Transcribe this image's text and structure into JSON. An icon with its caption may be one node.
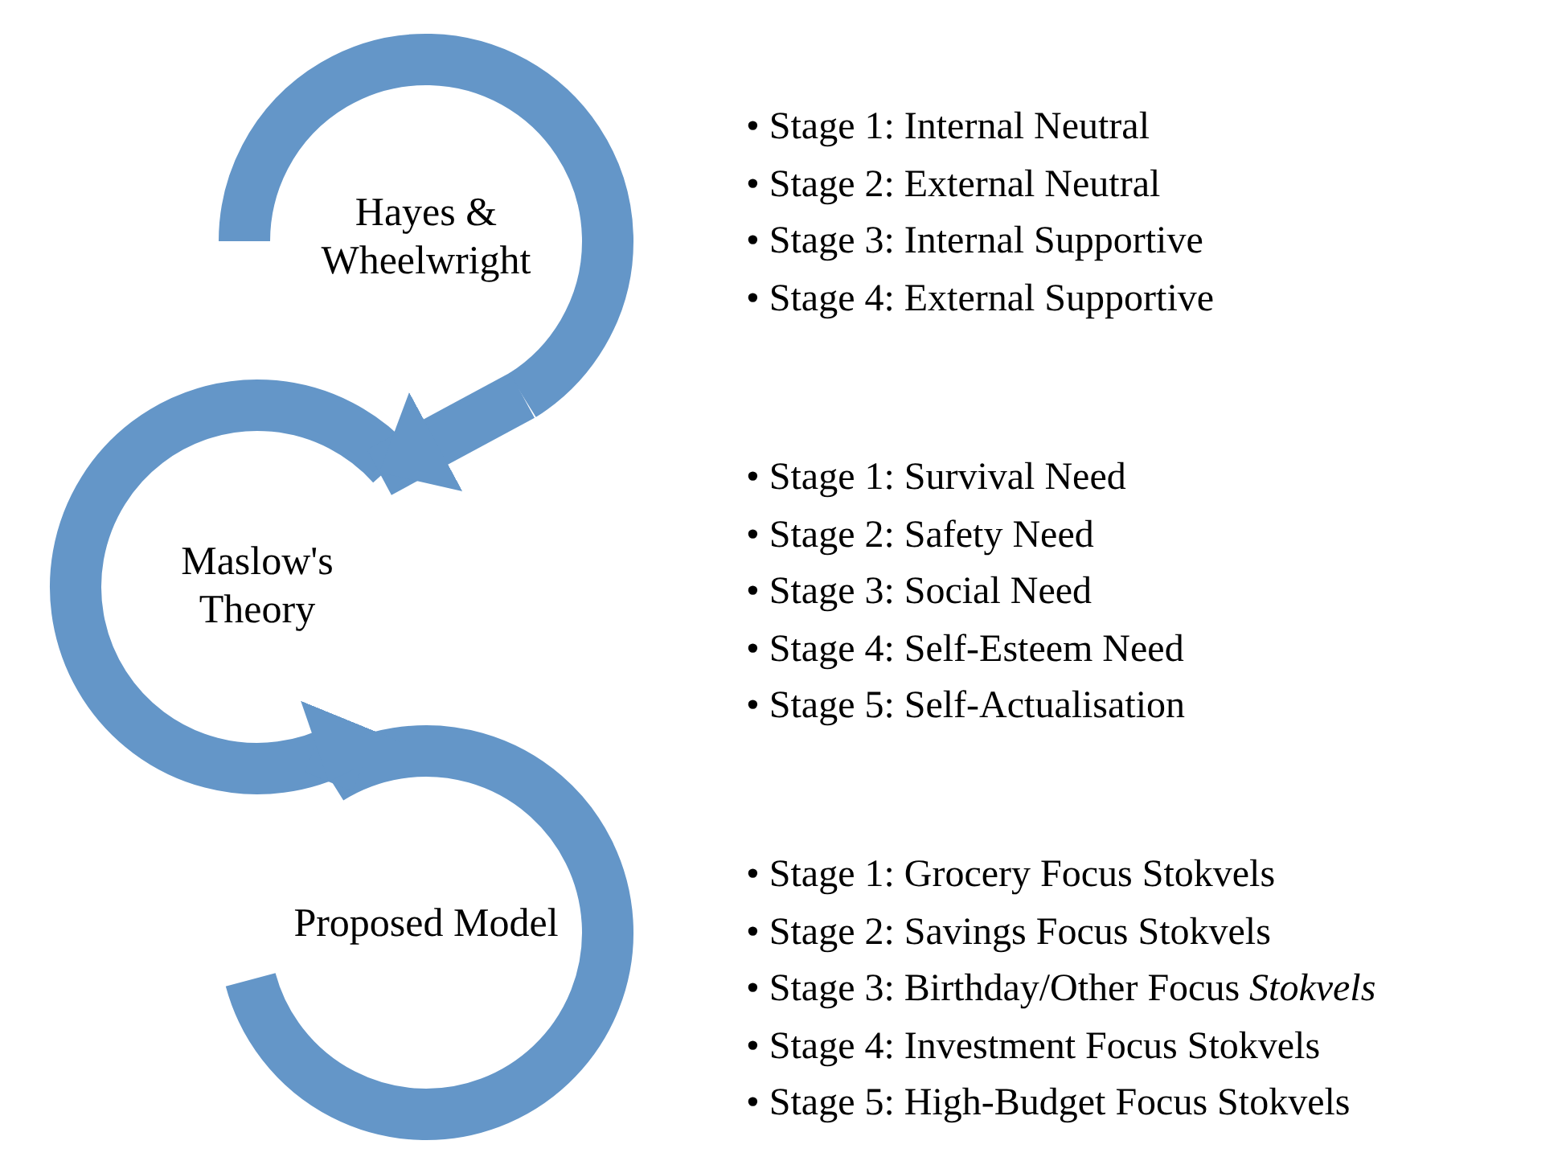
{
  "diagram": {
    "nodes": [
      {
        "text": [
          "Hayes & Wheelwright"
        ],
        "beside": [
          "• Stage 1: Internal Neutral",
          "• Stage 2: External Neutral",
          "• Stage 3: Internal Supportive",
          "• Stage 4: External Supportive"
        ]
      },
      {
        "text": [
          "Maslow's Theory"
        ],
        "beside": [
          "• Stage 1: Survival Need",
          "• Stage 2: Safety Need",
          "• Stage 3: Social Need",
          "• Stage 4: Self-Esteem Need",
          "• Stage 5: Self-Actualisation"
        ]
      },
      {
        "text": [
          "Proposed Model"
        ],
        "beside": [
          "• Stage 1: Grocery Focus Stokvels",
          "• Stage 2: Savings Focus Stokvels",
          "• Stage 3: Birthday/Other Focus *Stokvels*",
          "• Stage 4: Investment Focus Stokvels",
          "• Stage 5: High-Budget Focus Stokvels"
        ]
      }
    ],
    "edges": [
      {
        "from": 0,
        "to": 1,
        "arrow": "to"
      },
      {
        "from": 1,
        "to": 2,
        "arrow": "to"
      }
    ]
  }
}
